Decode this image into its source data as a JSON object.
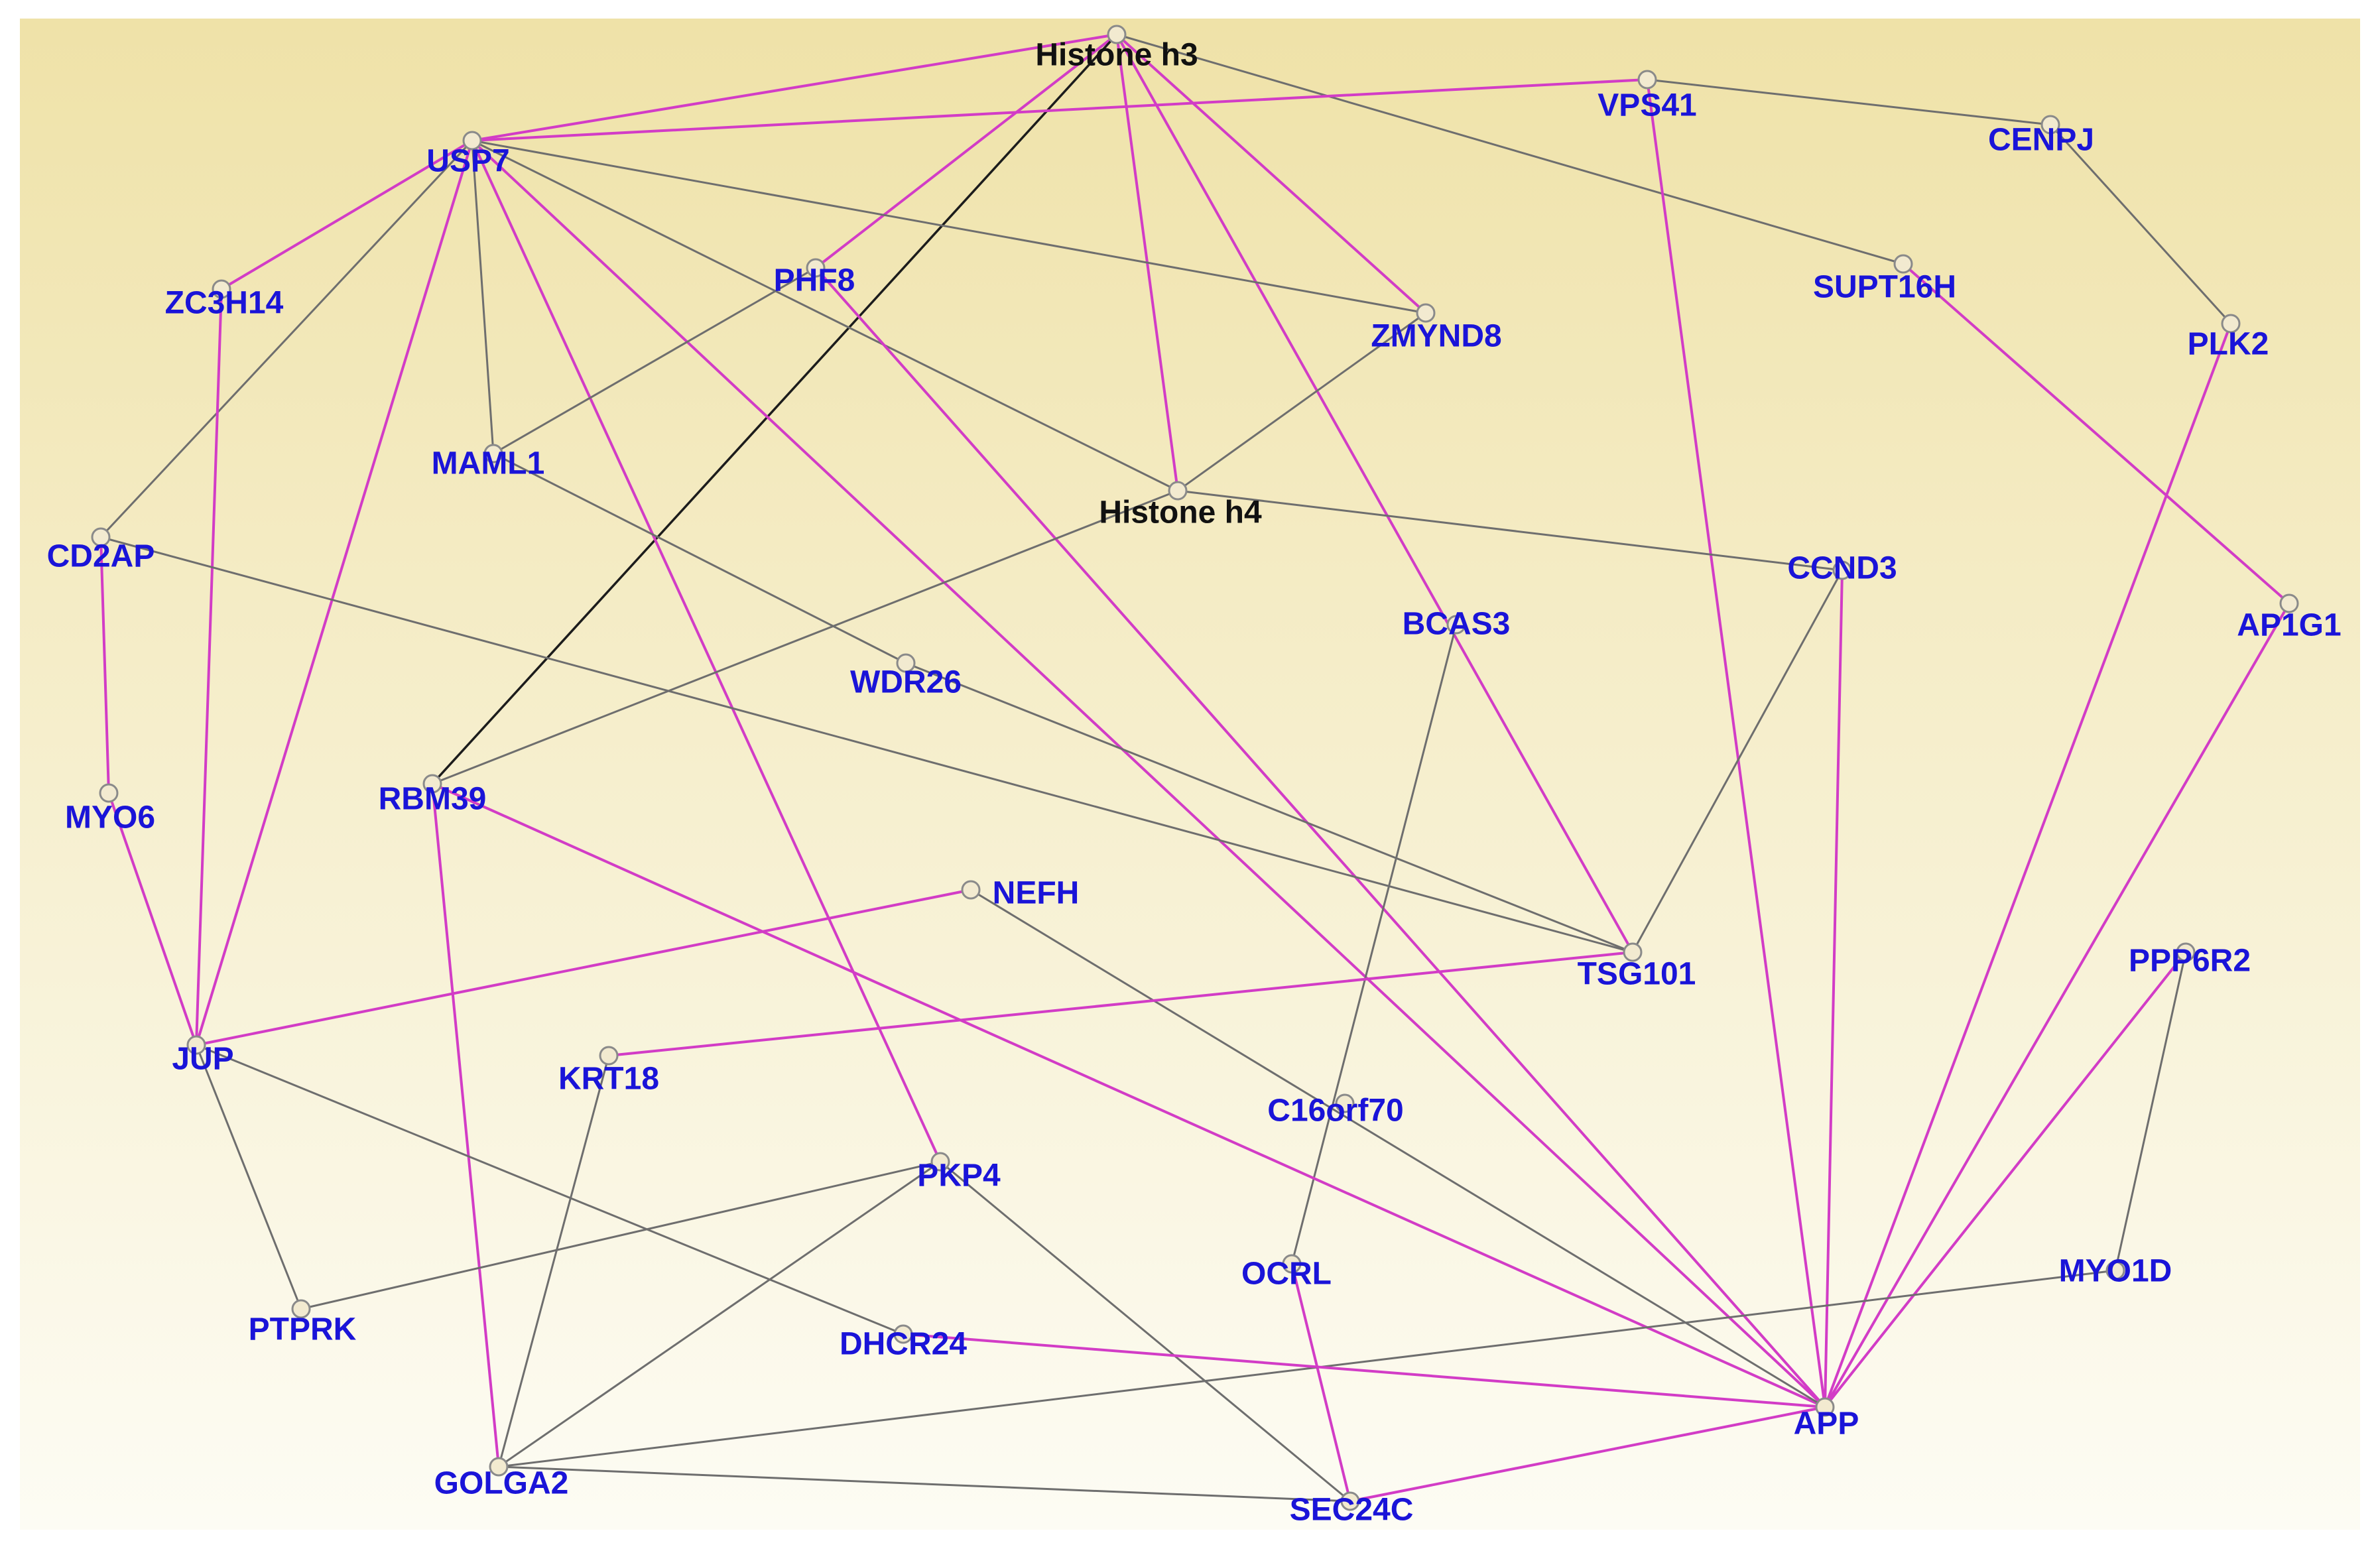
{
  "colors": {
    "background_top": "#efe2a8",
    "background_bottom": "#fdfcf4",
    "gene_label": "#1a14d8",
    "histone_label": "#111111",
    "edge_gray": "#6e6e6e",
    "edge_magenta": "#d23cc6",
    "edge_black": "#1c1c1c",
    "node_fill": "#f2ead0",
    "node_stroke": "#8a8a8a"
  },
  "nodes": [
    {
      "id": "histone-h3",
      "label": "Histone h3",
      "kind": "histone"
    },
    {
      "id": "vps41",
      "label": "VPS41",
      "kind": "gene"
    },
    {
      "id": "cenpj",
      "label": "CENPJ",
      "kind": "gene"
    },
    {
      "id": "usp7",
      "label": "USP7",
      "kind": "gene"
    },
    {
      "id": "zc3h14",
      "label": "ZC3H14",
      "kind": "gene"
    },
    {
      "id": "phf8",
      "label": "PHF8",
      "kind": "gene"
    },
    {
      "id": "supt16h",
      "label": "SUPT16H",
      "kind": "gene"
    },
    {
      "id": "zmynd8",
      "label": "ZMYND8",
      "kind": "gene"
    },
    {
      "id": "plk2",
      "label": "PLK2",
      "kind": "gene"
    },
    {
      "id": "maml1",
      "label": "MAML1",
      "kind": "gene"
    },
    {
      "id": "histone-h4",
      "label": "Histone h4",
      "kind": "histone"
    },
    {
      "id": "cd2ap",
      "label": "CD2AP",
      "kind": "gene"
    },
    {
      "id": "ccnd3",
      "label": "CCND3",
      "kind": "gene"
    },
    {
      "id": "bcas3",
      "label": "BCAS3",
      "kind": "gene"
    },
    {
      "id": "ap1g1",
      "label": "AP1G1",
      "kind": "gene"
    },
    {
      "id": "wdr26",
      "label": "WDR26",
      "kind": "gene"
    },
    {
      "id": "rbm39",
      "label": "RBM39",
      "kind": "gene"
    },
    {
      "id": "myo6",
      "label": "MYO6",
      "kind": "gene"
    },
    {
      "id": "nefh",
      "label": "NEFH",
      "kind": "gene"
    },
    {
      "id": "tsg101",
      "label": "TSG101",
      "kind": "gene"
    },
    {
      "id": "ppp6r2",
      "label": "PPP6R2",
      "kind": "gene"
    },
    {
      "id": "jup",
      "label": "JUP",
      "kind": "gene"
    },
    {
      "id": "krt18",
      "label": "KRT18",
      "kind": "gene"
    },
    {
      "id": "c16orf70",
      "label": "C16orf70",
      "kind": "gene"
    },
    {
      "id": "pkp4",
      "label": "PKP4",
      "kind": "gene"
    },
    {
      "id": "ocrl",
      "label": "OCRL",
      "kind": "gene"
    },
    {
      "id": "myo1d",
      "label": "MYO1D",
      "kind": "gene"
    },
    {
      "id": "ptprk",
      "label": "PTPRK",
      "kind": "gene"
    },
    {
      "id": "dhcr24",
      "label": "DHCR24",
      "kind": "gene"
    },
    {
      "id": "app",
      "label": "APP",
      "kind": "gene"
    },
    {
      "id": "golga2",
      "label": "GOLGA2",
      "kind": "gene"
    },
    {
      "id": "sec24c",
      "label": "SEC24C",
      "kind": "gene"
    }
  ],
  "edges": [
    {
      "source": "histone-h3",
      "target": "usp7",
      "color": "magenta"
    },
    {
      "source": "histone-h3",
      "target": "phf8",
      "color": "magenta"
    },
    {
      "source": "histone-h3",
      "target": "zmynd8",
      "color": "magenta"
    },
    {
      "source": "histone-h3",
      "target": "histone-h4",
      "color": "magenta"
    },
    {
      "source": "histone-h3",
      "target": "tsg101",
      "color": "magenta"
    },
    {
      "source": "histone-h3",
      "target": "rbm39",
      "color": "black"
    },
    {
      "source": "histone-h3",
      "target": "supt16h",
      "color": "gray"
    },
    {
      "source": "usp7",
      "target": "vps41",
      "color": "magenta"
    },
    {
      "source": "usp7",
      "target": "zc3h14",
      "color": "magenta"
    },
    {
      "source": "usp7",
      "target": "jup",
      "color": "magenta"
    },
    {
      "source": "usp7",
      "target": "pkp4",
      "color": "magenta"
    },
    {
      "source": "usp7",
      "target": "app",
      "color": "magenta"
    },
    {
      "source": "usp7",
      "target": "cd2ap",
      "color": "gray"
    },
    {
      "source": "usp7",
      "target": "maml1",
      "color": "gray"
    },
    {
      "source": "usp7",
      "target": "zmynd8",
      "color": "gray"
    },
    {
      "source": "usp7",
      "target": "histone-h4",
      "color": "gray"
    },
    {
      "source": "vps41",
      "target": "cenpj",
      "color": "gray"
    },
    {
      "source": "vps41",
      "target": "app",
      "color": "magenta"
    },
    {
      "source": "cenpj",
      "target": "plk2",
      "color": "gray"
    },
    {
      "source": "zc3h14",
      "target": "jup",
      "color": "magenta"
    },
    {
      "source": "phf8",
      "target": "maml1",
      "color": "gray"
    },
    {
      "source": "phf8",
      "target": "app",
      "color": "magenta"
    },
    {
      "source": "supt16h",
      "target": "ap1g1",
      "color": "magenta"
    },
    {
      "source": "zmynd8",
      "target": "histone-h4",
      "color": "gray"
    },
    {
      "source": "plk2",
      "target": "app",
      "color": "magenta"
    },
    {
      "source": "maml1",
      "target": "wdr26",
      "color": "gray"
    },
    {
      "source": "histone-h4",
      "target": "ccnd3",
      "color": "gray"
    },
    {
      "source": "histone-h4",
      "target": "rbm39",
      "color": "gray"
    },
    {
      "source": "cd2ap",
      "target": "myo6",
      "color": "magenta"
    },
    {
      "source": "cd2ap",
      "target": "tsg101",
      "color": "gray"
    },
    {
      "source": "ccnd3",
      "target": "tsg101",
      "color": "gray"
    },
    {
      "source": "ccnd3",
      "target": "app",
      "color": "magenta"
    },
    {
      "source": "bcas3",
      "target": "ocrl",
      "color": "gray"
    },
    {
      "source": "ap1g1",
      "target": "app",
      "color": "magenta"
    },
    {
      "source": "wdr26",
      "target": "tsg101",
      "color": "gray"
    },
    {
      "source": "rbm39",
      "target": "golga2",
      "color": "magenta"
    },
    {
      "source": "rbm39",
      "target": "app",
      "color": "magenta"
    },
    {
      "source": "myo6",
      "target": "jup",
      "color": "magenta"
    },
    {
      "source": "nefh",
      "target": "jup",
      "color": "magenta"
    },
    {
      "source": "nefh",
      "target": "app",
      "color": "gray"
    },
    {
      "source": "tsg101",
      "target": "krt18",
      "color": "magenta"
    },
    {
      "source": "ppp6r2",
      "target": "app",
      "color": "magenta"
    },
    {
      "source": "ppp6r2",
      "target": "myo1d",
      "color": "gray"
    },
    {
      "source": "jup",
      "target": "ptprk",
      "color": "gray"
    },
    {
      "source": "jup",
      "target": "dhcr24",
      "color": "gray"
    },
    {
      "source": "krt18",
      "target": "golga2",
      "color": "gray"
    },
    {
      "source": "ocrl",
      "target": "sec24c",
      "color": "magenta"
    },
    {
      "source": "pkp4",
      "target": "ptprk",
      "color": "gray"
    },
    {
      "source": "pkp4",
      "target": "golga2",
      "color": "gray"
    },
    {
      "source": "pkp4",
      "target": "sec24c",
      "color": "gray"
    },
    {
      "source": "myo1d",
      "target": "golga2",
      "color": "gray"
    },
    {
      "source": "dhcr24",
      "target": "app",
      "color": "magenta"
    },
    {
      "source": "app",
      "target": "sec24c",
      "color": "magenta"
    },
    {
      "source": "golga2",
      "target": "sec24c",
      "color": "gray"
    }
  ]
}
